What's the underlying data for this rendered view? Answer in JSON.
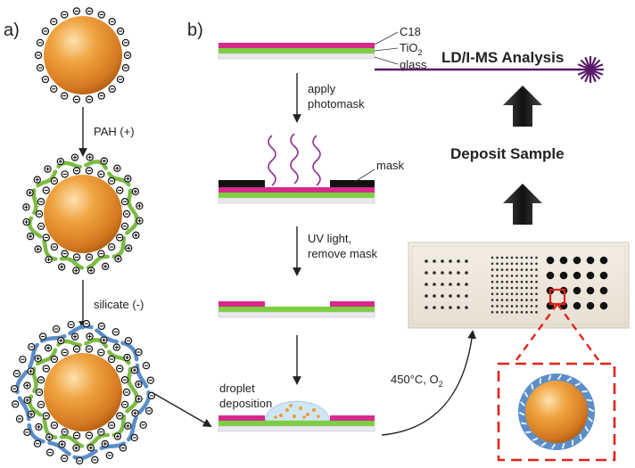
{
  "panel_labels": {
    "a": "a)",
    "b": "b)"
  },
  "step_labels": {
    "pah": "PAH (+)",
    "silicate": "silicate (-)",
    "apply": "apply",
    "photomask": "photomask",
    "uv": "UV light,",
    "remove": "remove mask",
    "droplet": "droplet",
    "deposition": "deposition",
    "heat_prefix": "450°C, O",
    "heat_sub": "2"
  },
  "layer_labels": {
    "c18": "C18",
    "tio2_main": "TiO",
    "tio2_sub": "2",
    "glass": "glass",
    "mask": "mask"
  },
  "titles": {
    "analysis": "LD/I-MS Analysis",
    "deposit": "Deposit Sample"
  },
  "colors": {
    "gold": "#d98a2b",
    "pah_green": "#7dbb45",
    "silicate_blue": "#5b8ec9",
    "c18_magenta": "#d62a8c",
    "tio2_green": "#7ccf3e",
    "laser_purple": "#5a1a6b",
    "dash_red": "#e0241b"
  },
  "icons": [
    "negative-charge-icon",
    "positive-charge-icon",
    "laser-starburst-icon",
    "up-arrow-icon"
  ]
}
